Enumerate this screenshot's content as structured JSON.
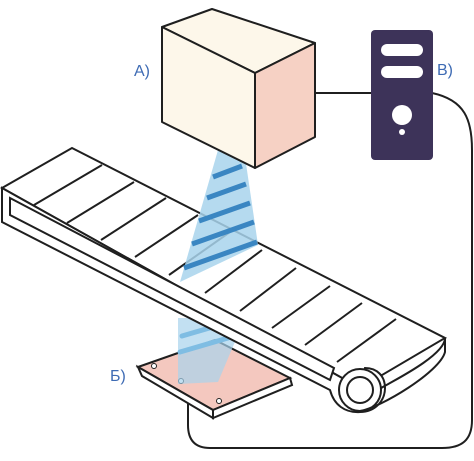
{
  "labels": {
    "camera": "А)",
    "part": "Б)",
    "computer": "В)"
  },
  "colors": {
    "outline": "#1f1f1f",
    "camera_front": "#fdf7ea",
    "camera_side": "#f6d1c4",
    "beam_light": "#a8d3ec",
    "beam_stripe": "#3a86c2",
    "computer_body": "#3d3359",
    "part_top": "#f4c8bf",
    "label_text": "#3e6bb4"
  },
  "icons": [
    "camera-box",
    "computer-tower-icon",
    "conveyor-belt",
    "scan-beam",
    "circuit-board"
  ]
}
